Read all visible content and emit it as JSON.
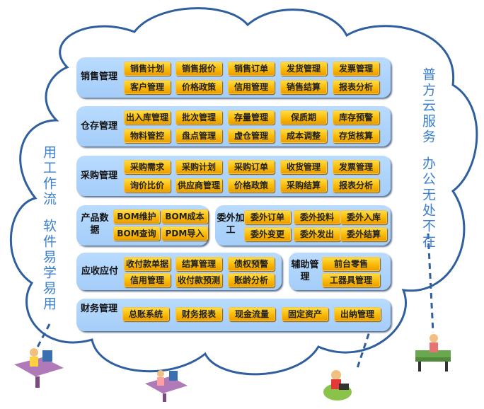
{
  "left_slogan": [
    "用工作流",
    "软件易学易用"
  ],
  "right_slogan": [
    "普方云服务",
    "办公无处不在"
  ],
  "modules": [
    {
      "id": "sales",
      "label": "销售管理",
      "items": [
        "销售计划",
        "销售报价",
        "销售订单",
        "发货管理",
        "发票管理",
        "客户管理",
        "价格政策",
        "信用管理",
        "销售结算",
        "报表分析"
      ]
    },
    {
      "id": "warehouse",
      "label": "仓存管理",
      "items": [
        "出入库管理",
        "批次管理",
        "存量管理",
        "保质期",
        "库存预警",
        "物料管控",
        "盘点管理",
        "虚仓管理",
        "成本调整",
        "存货核算"
      ]
    },
    {
      "id": "purchase",
      "label": "采购管理",
      "items": [
        "采购需求",
        "采购计划",
        "采购订单",
        "收货管理",
        "发票管理",
        "询价比价",
        "供应商管理",
        "价格政策",
        "采购结算",
        "报表分析"
      ]
    },
    {
      "id": "product",
      "label": "产品数据",
      "items": [
        "BOM维护",
        "BOM成本",
        "BOM查询",
        "PDM导入"
      ]
    },
    {
      "id": "outsourcing",
      "label": "委外加工",
      "items": [
        "委外订单",
        "委外投料",
        "委外入库",
        "委外变更",
        "委外发出",
        "委外结算"
      ]
    },
    {
      "id": "receivables",
      "label": "应收应付",
      "items": [
        "收付款单据",
        "结算管理",
        "债权预警",
        "信用管理",
        "收付款预测",
        "账龄分析"
      ]
    },
    {
      "id": "auxiliary",
      "label": "辅助管理",
      "items": [
        "前台零售",
        "工器具管理"
      ]
    },
    {
      "id": "finance",
      "label": "财务管理",
      "items": [
        "总账系统",
        "财务报表",
        "现金流量",
        "固定资产",
        "出纳管理"
      ]
    }
  ],
  "colors": {
    "panel": "#a9d1fa",
    "button": "#f8b500",
    "cloud_stroke": "#2f5f9e",
    "slogan": "#3b7fd0"
  }
}
